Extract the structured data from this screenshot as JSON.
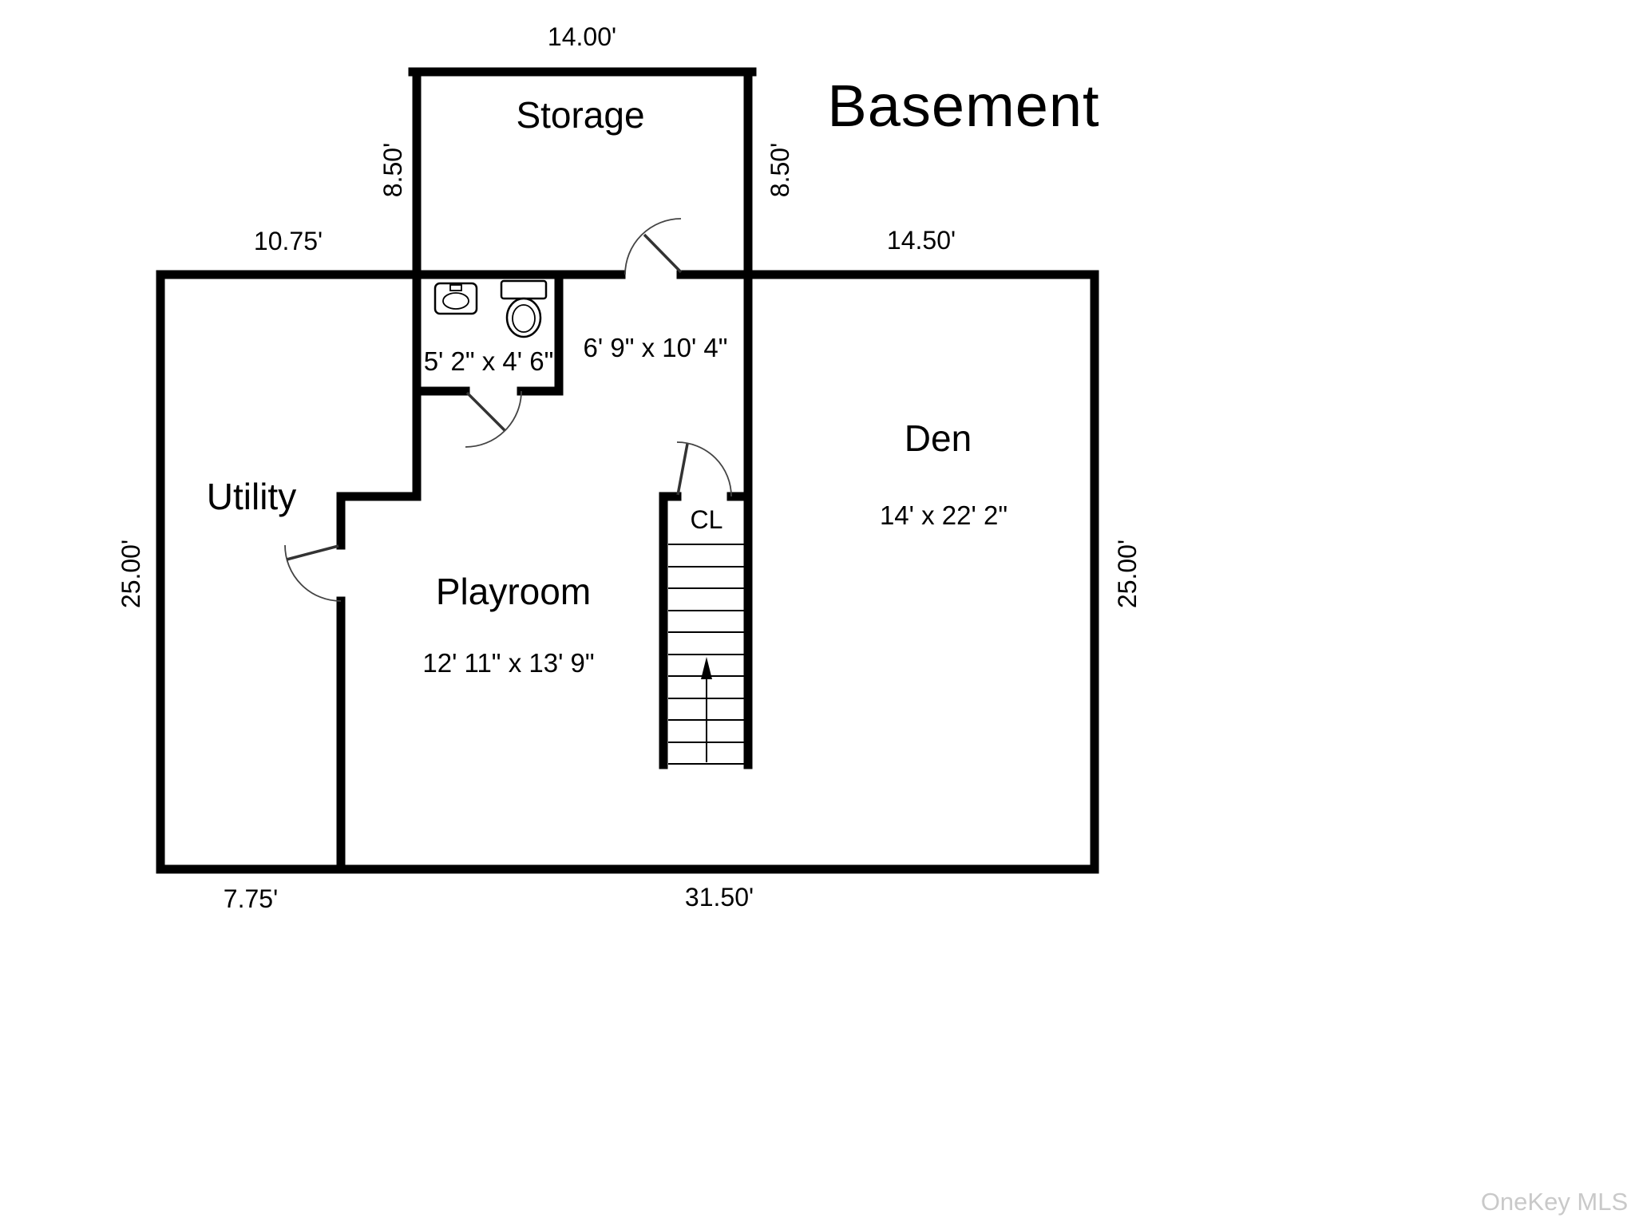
{
  "plan": {
    "title": "Basement",
    "watermark": "OneKey MLS",
    "rooms": {
      "storage": {
        "label": "Storage"
      },
      "utility": {
        "label": "Utility"
      },
      "playroom": {
        "label": "Playroom",
        "size": "12' 11\" x 13' 9\""
      },
      "den": {
        "label": "Den",
        "size": "14' x 22' 2\""
      },
      "closet": {
        "label": "CL"
      },
      "bathroom": {
        "size": "5' 2\" x 4' 6\""
      },
      "hall": {
        "size": "6' 9\" x 10' 4\""
      }
    },
    "dims": {
      "storage_top": "14.00'",
      "storage_side_left": "8.50'",
      "storage_side_right": "8.50'",
      "top_left": "10.75'",
      "top_right": "14.50'",
      "side_left": "25.00'",
      "side_right": "25.00'",
      "bottom_left": "7.75'",
      "bottom_center": "31.50'"
    },
    "colors": {
      "wall": "#000000",
      "text": "#000000",
      "watermark": "#c9c9c9",
      "background": "#ffffff"
    }
  }
}
